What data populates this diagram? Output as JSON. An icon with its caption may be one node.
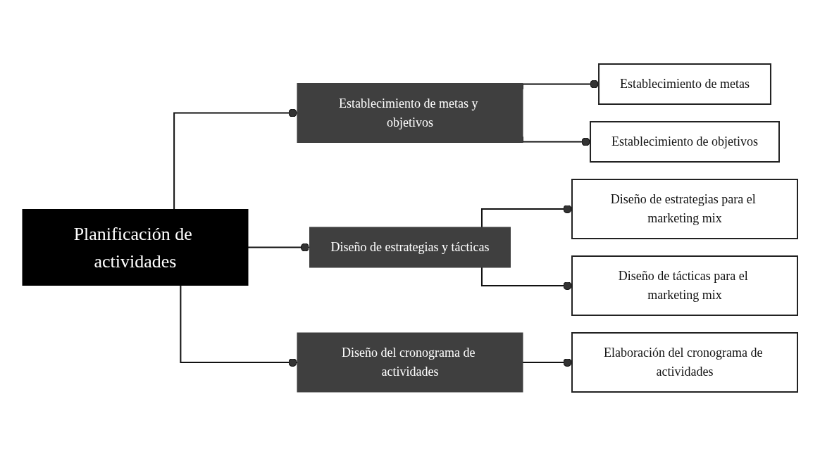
{
  "diagram": {
    "nodes": [
      {
        "text": [
          "Planificación de actividades"
        ]
      },
      {
        "text": [
          "Establecimiento de metas y objetivos"
        ]
      },
      {
        "text": [
          "Diseño de estrategias y tácticas"
        ]
      },
      {
        "text": [
          "Diseño del cronograma de actividades"
        ]
      },
      {
        "text": [
          "Establecimiento de metas"
        ]
      },
      {
        "text": [
          "Establecimiento de objetivos"
        ]
      },
      {
        "text": [
          "Diseño de estrategias para el marketing mix"
        ]
      },
      {
        "text": [
          "Diseño de tácticas para el marketing mix"
        ]
      },
      {
        "text": [
          "Elaboración del cronograma de actividades"
        ]
      }
    ],
    "edges": [
      {
        "from": 0,
        "to": 1,
        "arrow": "other"
      },
      {
        "from": 0,
        "to": 2,
        "arrow": "other"
      },
      {
        "from": 0,
        "to": 3,
        "arrow": "other"
      },
      {
        "from": 1,
        "to": 4,
        "arrow": "other"
      },
      {
        "from": 1,
        "to": 5,
        "arrow": "other"
      },
      {
        "from": 2,
        "to": 6,
        "arrow": "other"
      },
      {
        "from": 2,
        "to": 7,
        "arrow": "other"
      },
      {
        "from": 3,
        "to": 8,
        "arrow": "other"
      }
    ]
  }
}
